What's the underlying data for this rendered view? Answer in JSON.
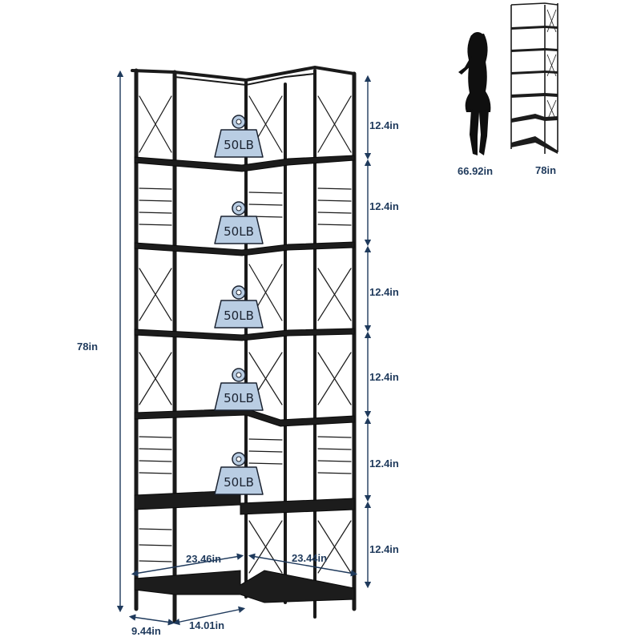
{
  "product": {
    "height_label": "78in",
    "shelf_spacing_label": "12.4in",
    "shelf_load_label": "50LB",
    "left_width_label": "23.46in",
    "right_width_label": "23.44in",
    "depth_label": "9.44in",
    "inner_width_label": "14.01in"
  },
  "comparison": {
    "person_height_label": "66.92in",
    "shelf_height_label": "78in"
  },
  "colors": {
    "frame": "#1a1a1a",
    "shelf": "#1c1c1c",
    "dimension_line": "#1f3a5c",
    "weight_fill": "#b9cde3",
    "silhouette": "#0f0f0f"
  }
}
